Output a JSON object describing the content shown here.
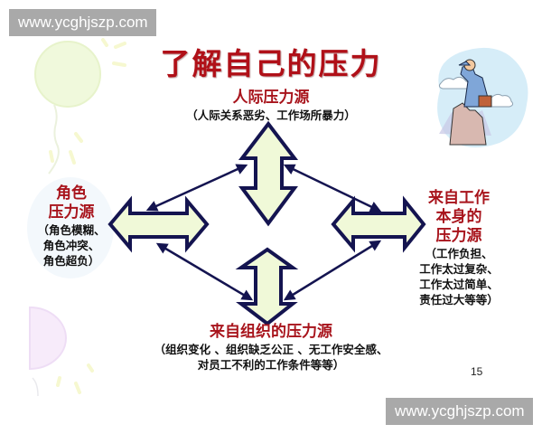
{
  "watermark": {
    "top": "www.ycghjszp.com",
    "bottom": "www.ycghjszp.com"
  },
  "slide": {
    "title": "了解自己的压力",
    "page_number": "15",
    "colors": {
      "title": "#b01018",
      "heading": "#a8141c",
      "arrow_fill": "#f0f9d8",
      "arrow_stroke": "#141450",
      "connector": "#141450",
      "watermark_bg": "#a9a9a9"
    },
    "sources": {
      "top": {
        "heading": "人际压力源",
        "details": [
          "（人际关系恶劣、工作场所暴力）"
        ]
      },
      "left": {
        "heading_lines": [
          "角色",
          "压力源"
        ],
        "details": [
          "（角色模糊、",
          "角色冲突、",
          "角色超负）"
        ]
      },
      "right": {
        "heading_lines": [
          "来自工作",
          "本身的",
          "压力源"
        ],
        "details": [
          "（工作负担、",
          "工作太过复杂、",
          "工作太过简单、",
          "责任过大等等）"
        ]
      },
      "bottom": {
        "heading": "来自组织的压力源",
        "details": [
          "（组织变化 、组织缺乏公正 、无工作安全感、",
          "对员工不利的工作条件等等）"
        ]
      }
    },
    "decorations": {
      "left_top": "green-balloon-with-sun-rays",
      "left_bottom": "purple-balloon",
      "right_top": "businessman-on-mountain-clipart"
    }
  }
}
